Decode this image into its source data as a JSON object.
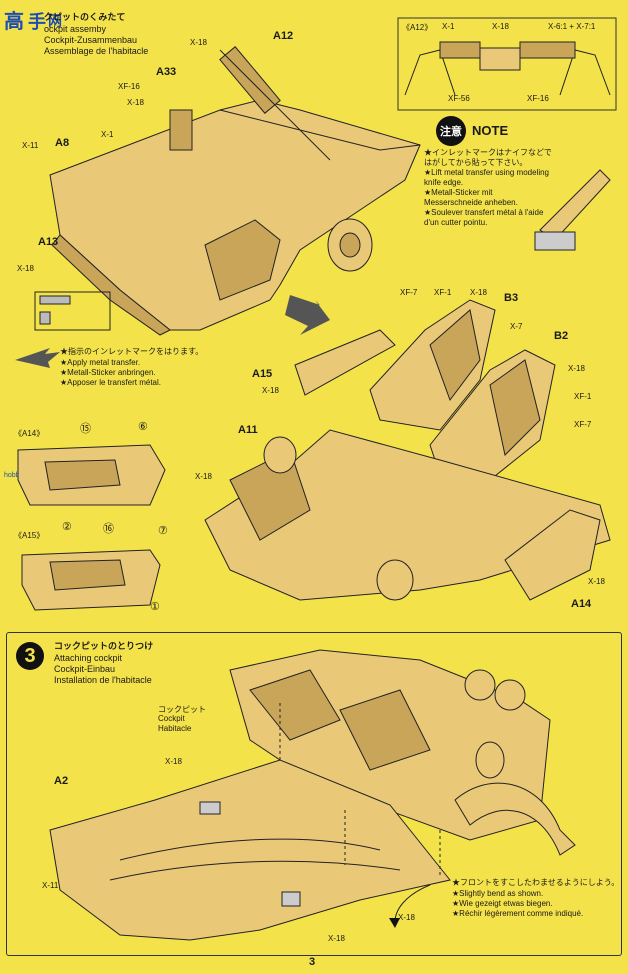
{
  "watermark": {
    "site": "hobbyshow.com.cn"
  },
  "step2": {
    "title_jp": "クピットのくみたて",
    "title_en": "ockpit assemby",
    "title_de": "Cockpit-Zusammenbau",
    "title_fr": "Assemblage de l'habitacle"
  },
  "note": {
    "badge": "注意",
    "title": "NOTE",
    "jp": "★インレットマークはナイフなどで\nはがしてから貼って下さい。",
    "en": "★Lift metal transfer using modeling\nknife edge.",
    "de": "★Metall-Sticker mit\nMesserschneide anheben.",
    "fr": "★Soulever transfert métal à l'aide\nd'un cutter pointu."
  },
  "apply": {
    "jp": "★指示のインレットマークをはります。",
    "en": "★Apply metal transfer.",
    "de": "★Metall-Sticker anbringen.",
    "fr": "★Apposer le transfert métal."
  },
  "step3": {
    "number": "3",
    "title_jp": "コックピットのとりつけ",
    "title_en": "Attaching cockpit",
    "title_de": "Cockpit-Einbau",
    "title_fr": "Installation de l'habitacle"
  },
  "cockpit_label": {
    "jp": "コックピット",
    "en": "Cockpit",
    "fr": "Habitacle"
  },
  "bend": {
    "jp": "★フロントをすこしたわませるようにしよう。",
    "en": "★Slightly bend as shown.",
    "de": "★Wie gezeigt etwas biegen.",
    "fr": "★Réchir légèrement comme indiqué."
  },
  "labels": {
    "a12_top": "A12",
    "a12_inset": "《A12》",
    "x18_a": "X-18",
    "a33": "A33",
    "xf16_a": "XF-16",
    "x18_b": "X-18",
    "x1_a": "X-1",
    "x11_a": "X-11",
    "a8": "A8",
    "a13": "A13",
    "x18_c": "X-18",
    "inset_x1": "X-1",
    "inset_x18": "X-18",
    "inset_x6": "X-6:1 + X-7:1",
    "inset_xf56": "XF-56",
    "inset_xf16": "XF-16",
    "xf7_a": "XF-7",
    "xf1_a": "XF-1",
    "x18_d": "X-18",
    "b3": "B3",
    "x7": "X-7",
    "b2": "B2",
    "x18_e": "X-18",
    "xf1_b": "XF-1",
    "xf7_b": "XF-7",
    "a15": "A15",
    "x18_f": "X-18",
    "a14_inset": "《A14》",
    "n15": "⑮",
    "n6": "⑥",
    "n7": "⑦",
    "a11": "A11",
    "x18_g": "X-18",
    "a15_inset": "《A15》",
    "n2": "②",
    "n16": "⑯",
    "n1": "①",
    "x18_h": "X-18",
    "a14": "A14",
    "a2": "A2",
    "x18_i": "X-18",
    "x11_b": "X-11",
    "x18_j": "X-18",
    "x18_k": "X-18"
  },
  "page_number": "3"
}
